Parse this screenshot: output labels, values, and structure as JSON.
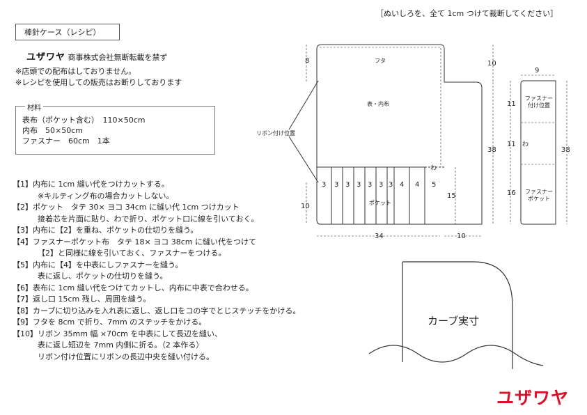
{
  "header": {
    "note": "［ぬいしろを、全て 1cm つけて裁断してください］",
    "title": "棒針ケース（レシピ）"
  },
  "brand": {
    "logo": "ユザワヤ",
    "suffix": "商事株式会社無断転載を禁ず"
  },
  "notices": [
    "※店頭での配布はしておりません。",
    "※レシピを使用しての販売はお断りしております"
  ],
  "materials": {
    "label": "材料",
    "lines": [
      "表布（ポケット含む）　110×50cm",
      "内布　50×50cm",
      "ファスナー　60cm　1本"
    ]
  },
  "steps": [
    {
      "text": "【1】内布に 1cm 縫い代をつけカットする。",
      "indent": false
    },
    {
      "text": "※キルティング布の場合カットしない。",
      "indent": true
    },
    {
      "text": "【2】ポケット　タテ 30× ヨコ 34cm に縫い代 1cm つけカット",
      "indent": false
    },
    {
      "text": "接着芯を片面に貼り、わで折り、ポケット口に線を引いておく。",
      "indent": true
    },
    {
      "text": "【3】内布に【2】を重ね、ポケットの仕切りを縫う。",
      "indent": false
    },
    {
      "text": "【4】ファスナーポケット布　タテ 18× ヨコ 38cm に縫い代をつけて",
      "indent": false
    },
    {
      "text": "【2】と同様に線を引いておく、ファスナーをつける。",
      "indent": true
    },
    {
      "text": "【5】内布に【4】を中表にしファスナーを縫う。",
      "indent": false
    },
    {
      "text": "表に返し、ポケットの仕切りを縫う。",
      "indent": true
    },
    {
      "text": "【6】表布に 1cm 縫い代をつけてカットし、内布に中表で合わせる。",
      "indent": false
    },
    {
      "text": "【7】返し口 15cm 残し、周囲を縫う。",
      "indent": false
    },
    {
      "text": "【8】カーブに切り込みを入れ表に返し、返し口をコの字でとじステッチをかける。",
      "indent": false
    },
    {
      "text": "【9】フタを 8cm で折り、7mm のステッチをかける。",
      "indent": false
    },
    {
      "text": "【10】リボン 35mm 幅 ×70cm を中表にして長辺を縫い、",
      "indent": false
    },
    {
      "text": "表に返し短辺を 7mm 内側に折る。（2 本作る）",
      "indent": true
    },
    {
      "text": "リボン付け位置にリボンの長辺中央を縫い付ける。",
      "indent": true
    }
  ],
  "diagram": {
    "futa": "フタ",
    "omote": "表・内布",
    "ribbon": "リボン付け位置",
    "wa": "わ",
    "pocket": "ポケット",
    "pocket_widths": [
      "3",
      "3",
      "3",
      "3",
      "3",
      "3",
      "3",
      "4",
      "4",
      "5"
    ],
    "dim_8": "8",
    "dim_10_left": "10",
    "dim_34": "34",
    "dim_10_bottom": "10",
    "dim_10_right": "10",
    "dim_38": "38",
    "dim_15": "15"
  },
  "side_panel": {
    "width": "9",
    "zip_pos_1": "ファスナー",
    "zip_pos_2": "付け位置",
    "dim_11a": "11",
    "dim_11b": "11",
    "dim_16": "16",
    "wa": "わ",
    "zip_pocket_1": "ファスナー",
    "zip_pocket_2": "ポケット",
    "dim_38": "38"
  },
  "curve_label": "カーブ実寸",
  "brand_big": "ユザワヤ"
}
